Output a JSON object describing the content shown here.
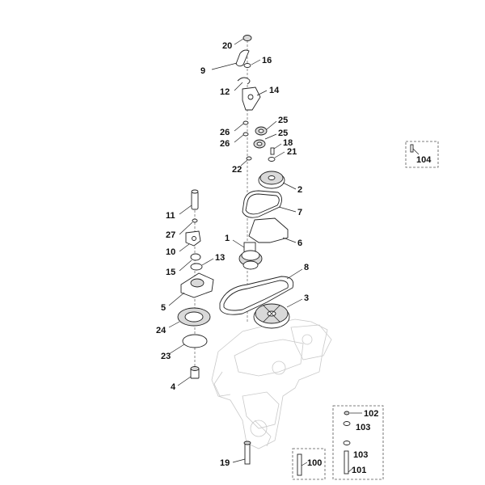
{
  "diagram": {
    "callouts": {
      "c20": "20",
      "c16": "16",
      "c9": "9",
      "c12": "12",
      "c14": "14",
      "c25a": "25",
      "c26a": "26",
      "c25b": "25",
      "c26b": "26",
      "c18": "18",
      "c21": "21",
      "c22": "22",
      "c2": "2",
      "c7": "7",
      "c11": "11",
      "c27": "27",
      "c10": "10",
      "c6": "6",
      "c1": "1",
      "c13": "13",
      "c15": "15",
      "c8": "8",
      "c3": "3",
      "c5": "5",
      "c24": "24",
      "c23": "23",
      "c4": "4",
      "c19": "19",
      "c104": "104",
      "c102": "102",
      "c103a": "103",
      "c103b": "103",
      "c100": "100",
      "c101": "101"
    }
  }
}
